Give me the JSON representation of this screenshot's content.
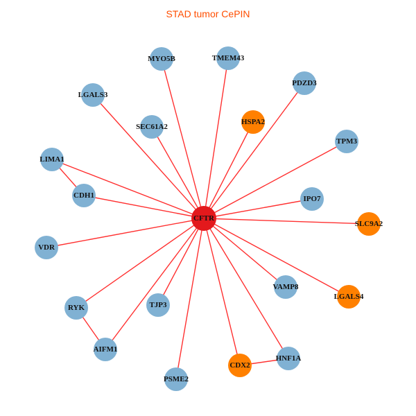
{
  "title": "STAD tumor CePIN",
  "colors": {
    "title": "#FF4E00",
    "hub": "#E3191C",
    "orange": "#FF8000",
    "blue": "#80B1D3",
    "edge": "#FF3030"
  },
  "nodes": [
    {
      "label": "CFTR",
      "type": "hub"
    },
    {
      "label": "MYO5B",
      "type": "blue"
    },
    {
      "label": "TMEM43",
      "type": "blue"
    },
    {
      "label": "PDZD3",
      "type": "blue"
    },
    {
      "label": "LGALS3",
      "type": "blue"
    },
    {
      "label": "SEC61A2",
      "type": "blue"
    },
    {
      "label": "HSPA2",
      "type": "orange"
    },
    {
      "label": "TPM3",
      "type": "blue"
    },
    {
      "label": "LIMA1",
      "type": "blue"
    },
    {
      "label": "CDH1",
      "type": "blue"
    },
    {
      "label": "IPO7",
      "type": "blue"
    },
    {
      "label": "SLC9A2",
      "type": "orange"
    },
    {
      "label": "VDR",
      "type": "blue"
    },
    {
      "label": "VAMP8",
      "type": "blue"
    },
    {
      "label": "LGALS4",
      "type": "orange"
    },
    {
      "label": "RYK",
      "type": "blue"
    },
    {
      "label": "TJP3",
      "type": "blue"
    },
    {
      "label": "AIFM1",
      "type": "blue"
    },
    {
      "label": "CDX2",
      "type": "orange"
    },
    {
      "label": "HNF1A",
      "type": "blue"
    },
    {
      "label": "PSME2",
      "type": "blue"
    }
  ],
  "edges": [
    [
      "CFTR",
      "MYO5B"
    ],
    [
      "CFTR",
      "TMEM43"
    ],
    [
      "CFTR",
      "PDZD3"
    ],
    [
      "CFTR",
      "LGALS3"
    ],
    [
      "CFTR",
      "SEC61A2"
    ],
    [
      "CFTR",
      "HSPA2"
    ],
    [
      "CFTR",
      "TPM3"
    ],
    [
      "CFTR",
      "LIMA1"
    ],
    [
      "CFTR",
      "CDH1"
    ],
    [
      "CFTR",
      "IPO7"
    ],
    [
      "CFTR",
      "SLC9A2"
    ],
    [
      "CFTR",
      "VDR"
    ],
    [
      "CFTR",
      "VAMP8"
    ],
    [
      "CFTR",
      "LGALS4"
    ],
    [
      "CFTR",
      "RYK"
    ],
    [
      "CFTR",
      "TJP3"
    ],
    [
      "CFTR",
      "AIFM1"
    ],
    [
      "CFTR",
      "CDX2"
    ],
    [
      "CFTR",
      "HNF1A"
    ],
    [
      "CFTR",
      "PSME2"
    ],
    [
      "LIMA1",
      "CDH1"
    ],
    [
      "RYK",
      "AIFM1"
    ],
    [
      "CDX2",
      "HNF1A"
    ]
  ]
}
